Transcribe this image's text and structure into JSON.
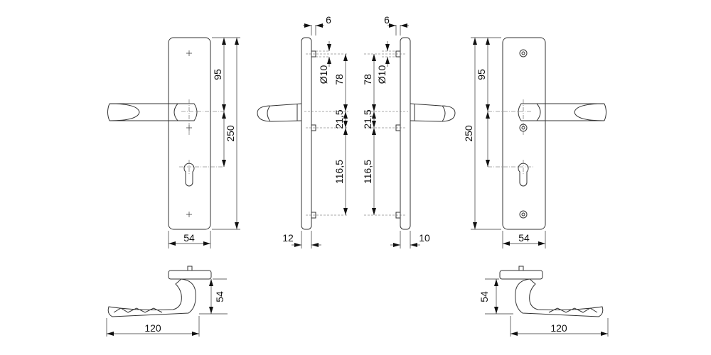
{
  "title": "Door handle set dimension drawing",
  "front_left": {
    "height": "250",
    "spindle_to_top": "95",
    "width": "54"
  },
  "side_left": {
    "pin_offset": "6",
    "pin_diameter": "Ø10",
    "top_pin_to_spindle": "78",
    "spindle_to_pin": "21,5",
    "pin_to_bottom_pin": "116,5",
    "plate_thickness": "12"
  },
  "side_right": {
    "pin_offset": "6",
    "pin_diameter": "Ø10",
    "top_pin_to_spindle": "78",
    "spindle_to_pin": "21,5",
    "pin_to_bottom_pin": "116,5",
    "plate_thickness": "10"
  },
  "front_right": {
    "height": "250",
    "spindle_to_top": "95",
    "width": "54"
  },
  "lever_left": {
    "projection": "54",
    "length": "120"
  },
  "lever_right": {
    "projection": "54",
    "length": "120"
  }
}
